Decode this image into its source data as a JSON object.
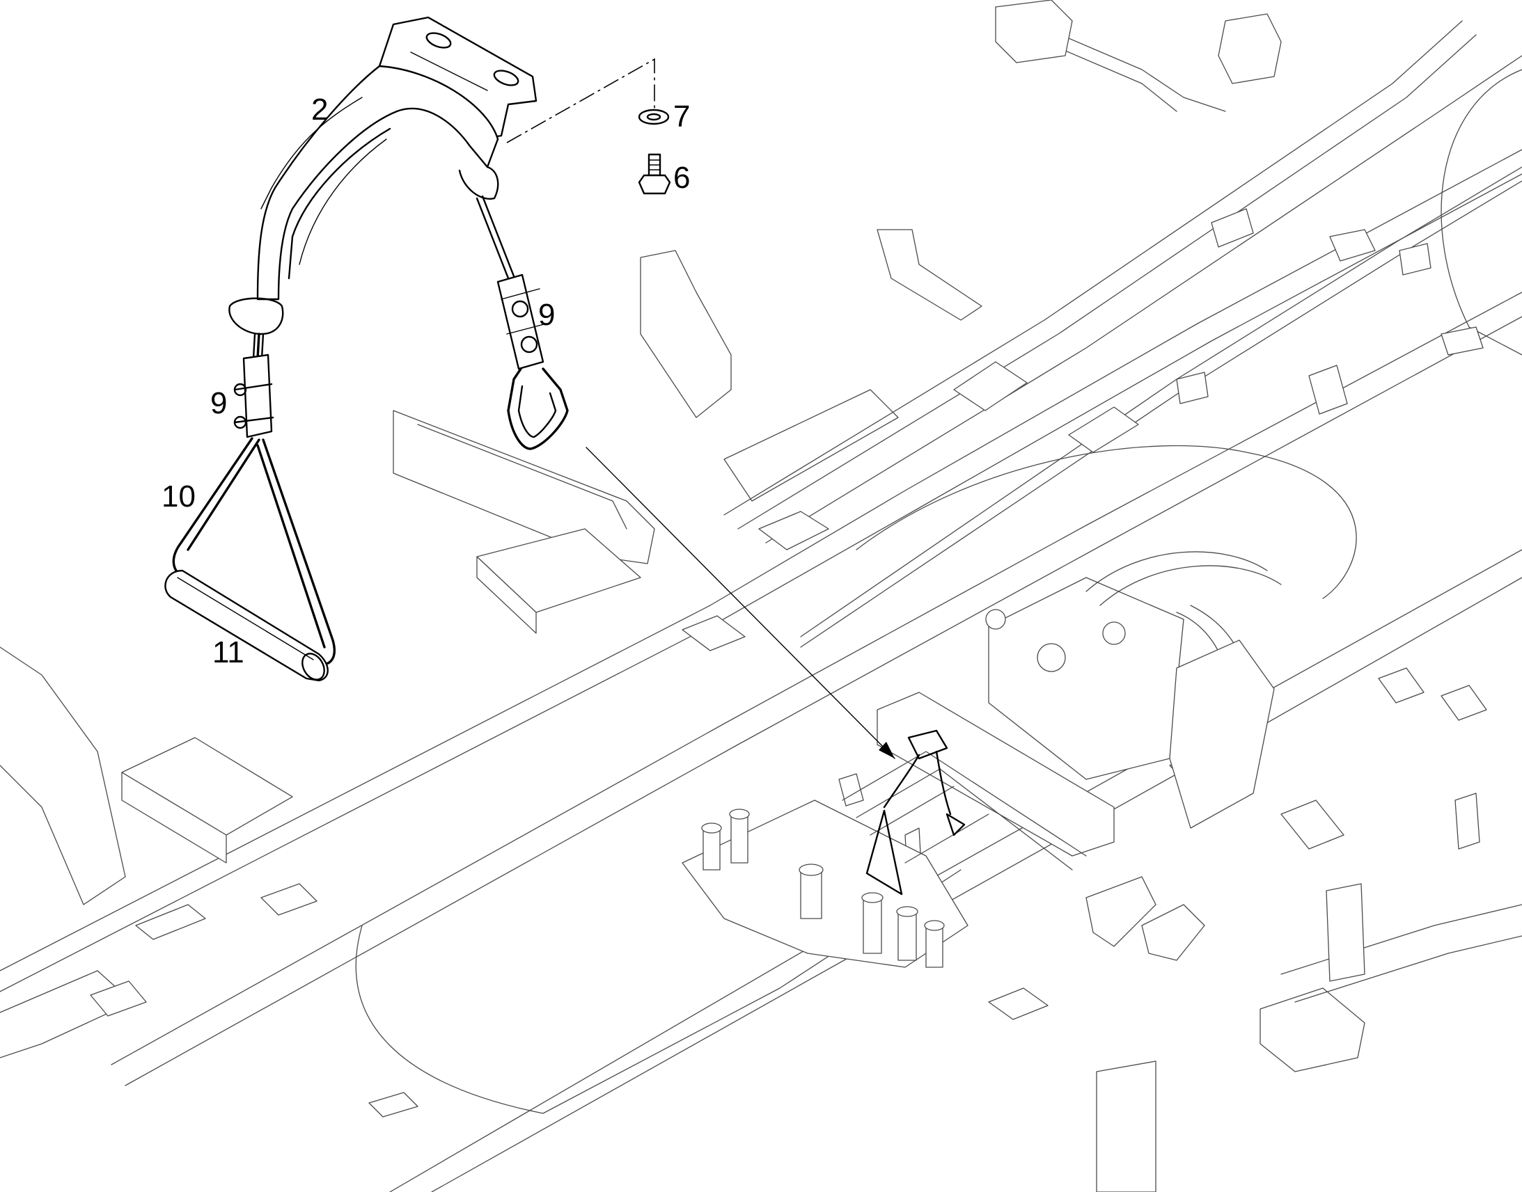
{
  "diagram": {
    "callouts": [
      {
        "id": "c2",
        "text": "2"
      },
      {
        "id": "c7",
        "text": "7"
      },
      {
        "id": "c6",
        "text": "6"
      },
      {
        "id": "c9a",
        "text": "9"
      },
      {
        "id": "c9b",
        "text": "9"
      },
      {
        "id": "c10",
        "text": "10"
      },
      {
        "id": "c11",
        "text": "11"
      }
    ]
  }
}
